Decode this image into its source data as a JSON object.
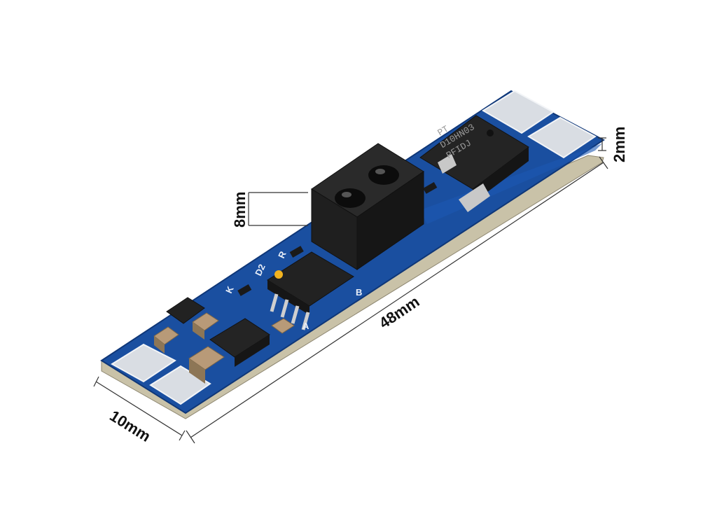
{
  "dimensions": {
    "length": "48mm",
    "width": "10mm",
    "thickness": "2mm",
    "sensor_height": "8mm"
  },
  "silkscreen": {
    "r": "R",
    "d2": "D2",
    "k": "K",
    "a": "A",
    "b": "B"
  },
  "mosfet_marking": {
    "line1": "PT",
    "line2": "D10HN03",
    "line3": "PFIDJ"
  },
  "colors": {
    "pcb": "#1a4fa0",
    "pcb_dark": "#0f3778",
    "pad": "#d9dde3",
    "component": "#1c1c1c",
    "capacitor": "#b89a78"
  }
}
